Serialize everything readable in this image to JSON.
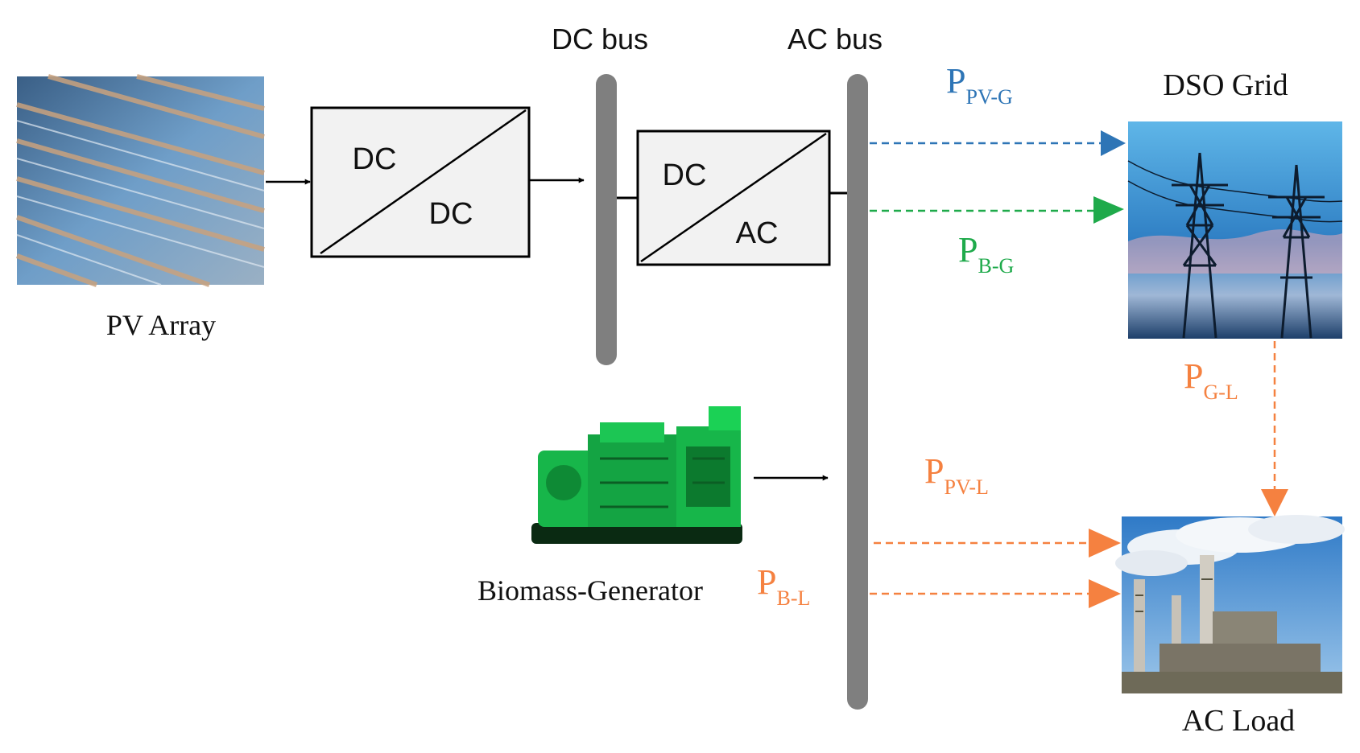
{
  "labels": {
    "dc_bus": "DC bus",
    "ac_bus": "AC bus",
    "pv_array": "PV Array",
    "dso_grid": "DSO Grid",
    "ac_load": "AC Load",
    "biomass_generator": "Biomass-Generator"
  },
  "converters": {
    "dcdc": {
      "top": "DC",
      "bottom": "DC"
    },
    "dcac": {
      "top": "DC",
      "bottom": "AC"
    }
  },
  "flows": {
    "pv_g": {
      "main": "P",
      "sub": "PV-G",
      "color": "#2e75b6"
    },
    "b_g": {
      "main": "P",
      "sub": "B-G",
      "color": "#1faa4b"
    },
    "g_l": {
      "main": "P",
      "sub": "G-L",
      "color": "#f58140"
    },
    "pv_l": {
      "main": "P",
      "sub": "PV-L",
      "color": "#f58140"
    },
    "b_l": {
      "main": "P",
      "sub": "B-L",
      "color": "#f58140"
    }
  },
  "colors": {
    "bus": "#7f7f7f",
    "converter_fill": "#f2f2f2",
    "generator": "#17b64a"
  },
  "icons": [
    "solar-panel-field-icon",
    "electricity-pylon-icon",
    "factory-chimney-icon",
    "generator-icon"
  ]
}
